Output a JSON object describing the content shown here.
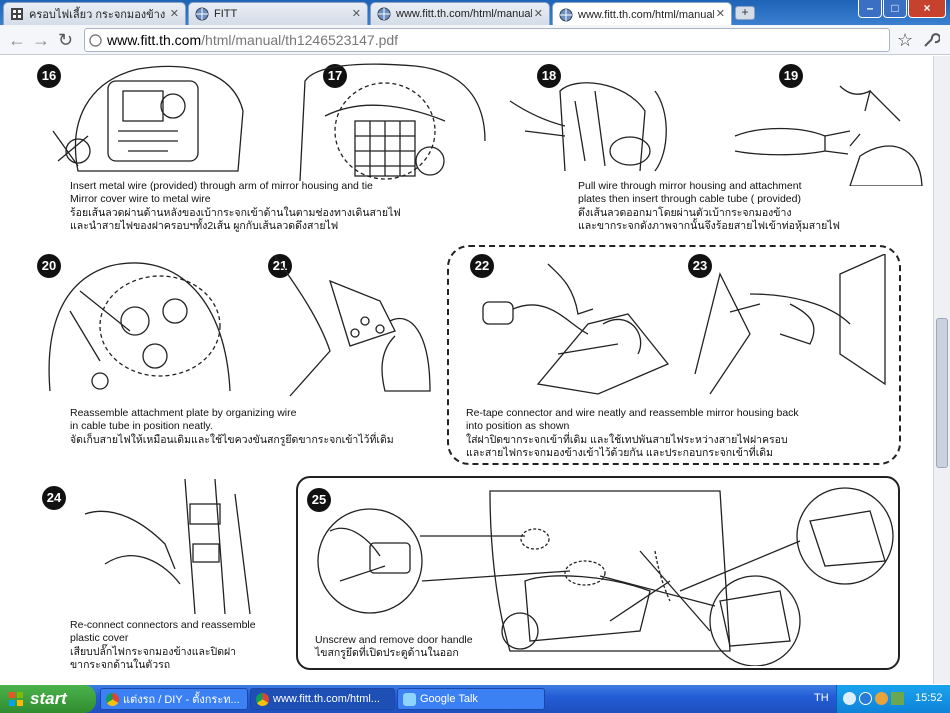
{
  "tabs": [
    {
      "title": "ครอบไฟเลี้ยว กระจกมองข้าง",
      "icon": "grid-icon"
    },
    {
      "title": "FITT",
      "icon": "globe-icon"
    },
    {
      "title": "www.fitt.th.com/html/manual/",
      "icon": "globe-icon"
    },
    {
      "title": "www.fitt.th.com/html/manual/",
      "icon": "globe-icon",
      "active": true
    }
  ],
  "window_controls": {
    "minimize": "–",
    "maximize": "□",
    "close": "×"
  },
  "new_tab": "+",
  "address": {
    "host": "www.fitt.th.com",
    "path": "/html/manual/th1246523147.pdf"
  },
  "steps": {
    "s16": {
      "num": "16",
      "en1": "Insert metal wire (provided) through arm of mirror housing and tie",
      "en2": "Mirror cover wire to metal wire",
      "th1": "ร้อยเส้นลวดผ่านด้านหลังของเบ้ากระจกเข้าด้านในตามช่องทางเดินสายไฟ",
      "th2": "และนำสายไฟของฝาครอบฯทั้ง2เส้น ผูกกับเส้นลวดดึงสายไฟ"
    },
    "s17": {
      "num": "17"
    },
    "s18": {
      "num": "18",
      "en1": "Pull wire through mirror housing and attachment",
      "en2": "plates then insert through cable tube ( provided)",
      "th1": "ดึงเส้นลวดออกมาโดยผ่านตัวเบ้ากระจกมองข้าง",
      "th2": "และขากระจกดังภาพจากนั้นจึงร้อยสายไฟเข้าท่อหุ้มสายไฟ"
    },
    "s19": {
      "num": "19"
    },
    "s20": {
      "num": "20",
      "en1": "Reassemble attachment plate by organizing wire",
      "en2": "in cable tube in position neatly.",
      "th1": "จัดเก็บสายไฟให้เหมือนเดิมและใช้ไขควงขันสกรูยึดขากระจกเข้าไว้ที่เดิม"
    },
    "s21": {
      "num": "21"
    },
    "s22": {
      "num": "22",
      "en1": "Re-tape connector and wire neatly and reassemble mirror housing back",
      "en2": "into position as shown",
      "th1": "ใส่ฝาปิดขากระจกเข้าที่เดิม และใช้เทปพันสายไฟระหว่างสายไฟฝาครอบ",
      "th2": " และสายไฟกระจกมองข้างเข้าไว้ด้วยกัน และประกอบกระจกเข้าที่เดิม"
    },
    "s23": {
      "num": "23"
    },
    "s24": {
      "num": "24",
      "en1": "Re-connect connectors and reassemble",
      "en2": "plastic cover",
      "th1": "เสียบปลั๊กไฟกระจกมองข้างและปิดฝา",
      "th2": "ขากระจกด้านในตัวรถ"
    },
    "s25": {
      "num": "25",
      "en1": "Unscrew and remove door handle",
      "th1": "ไขสกรูยึดที่เปิดประตูด้านในออก"
    }
  },
  "taskbar": {
    "start": "start",
    "items": [
      {
        "label": "แต่งรถ / DIY - ตั้งกระท...",
        "icon": "chrome-icon"
      },
      {
        "label": "www.fitt.th.com/html...",
        "icon": "chrome-icon"
      },
      {
        "label": "Google Talk",
        "icon": "chat-icon"
      }
    ],
    "tray": {
      "lang": "TH",
      "time": "15:52"
    }
  }
}
